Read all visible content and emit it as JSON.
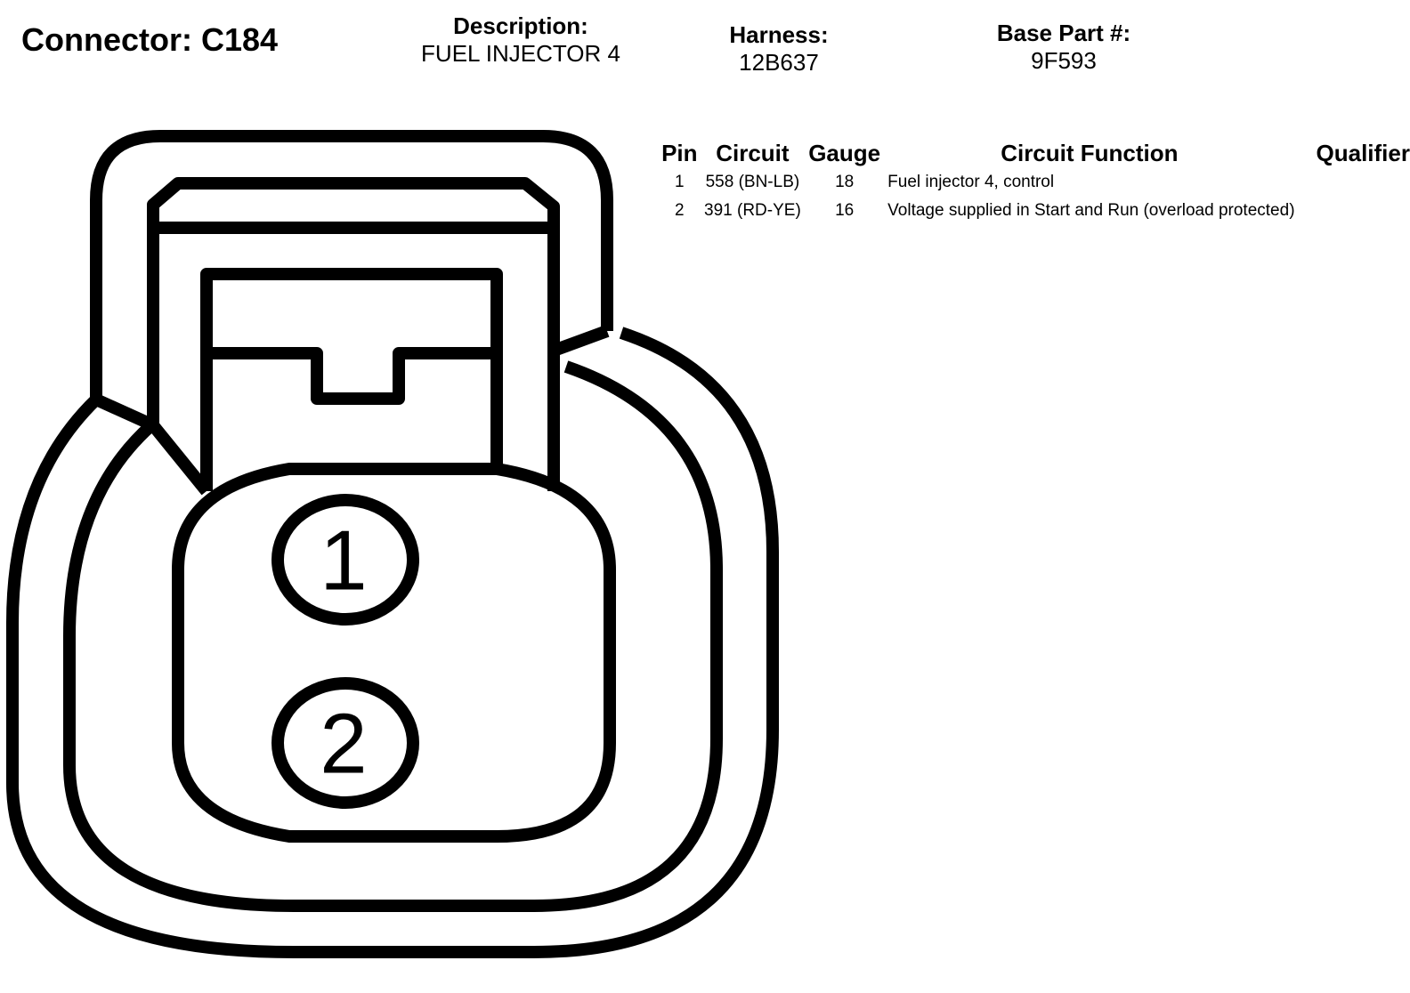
{
  "header": {
    "connector_label": "Connector: C184",
    "description_label": "Description:",
    "description_value": "FUEL INJECTOR 4",
    "harness_label": "Harness:",
    "harness_value": "12B637",
    "base_part_label": "Base Part #:",
    "base_part_value": "9F593"
  },
  "table": {
    "headers": {
      "pin": "Pin",
      "circuit": "Circuit",
      "gauge": "Gauge",
      "function": "Circuit Function",
      "qualifier": "Qualifier"
    },
    "rows": [
      {
        "pin": "1",
        "circuit": "558 (BN-LB)",
        "gauge": "18",
        "function": "Fuel injector 4, control",
        "qualifier": ""
      },
      {
        "pin": "2",
        "circuit": "391 (RD-YE)",
        "gauge": "16",
        "function": "Voltage supplied in Start and Run (overload protected)",
        "qualifier": ""
      }
    ]
  },
  "diagram": {
    "pin_labels": [
      "1",
      "2"
    ],
    "stroke_color": "#000000"
  }
}
